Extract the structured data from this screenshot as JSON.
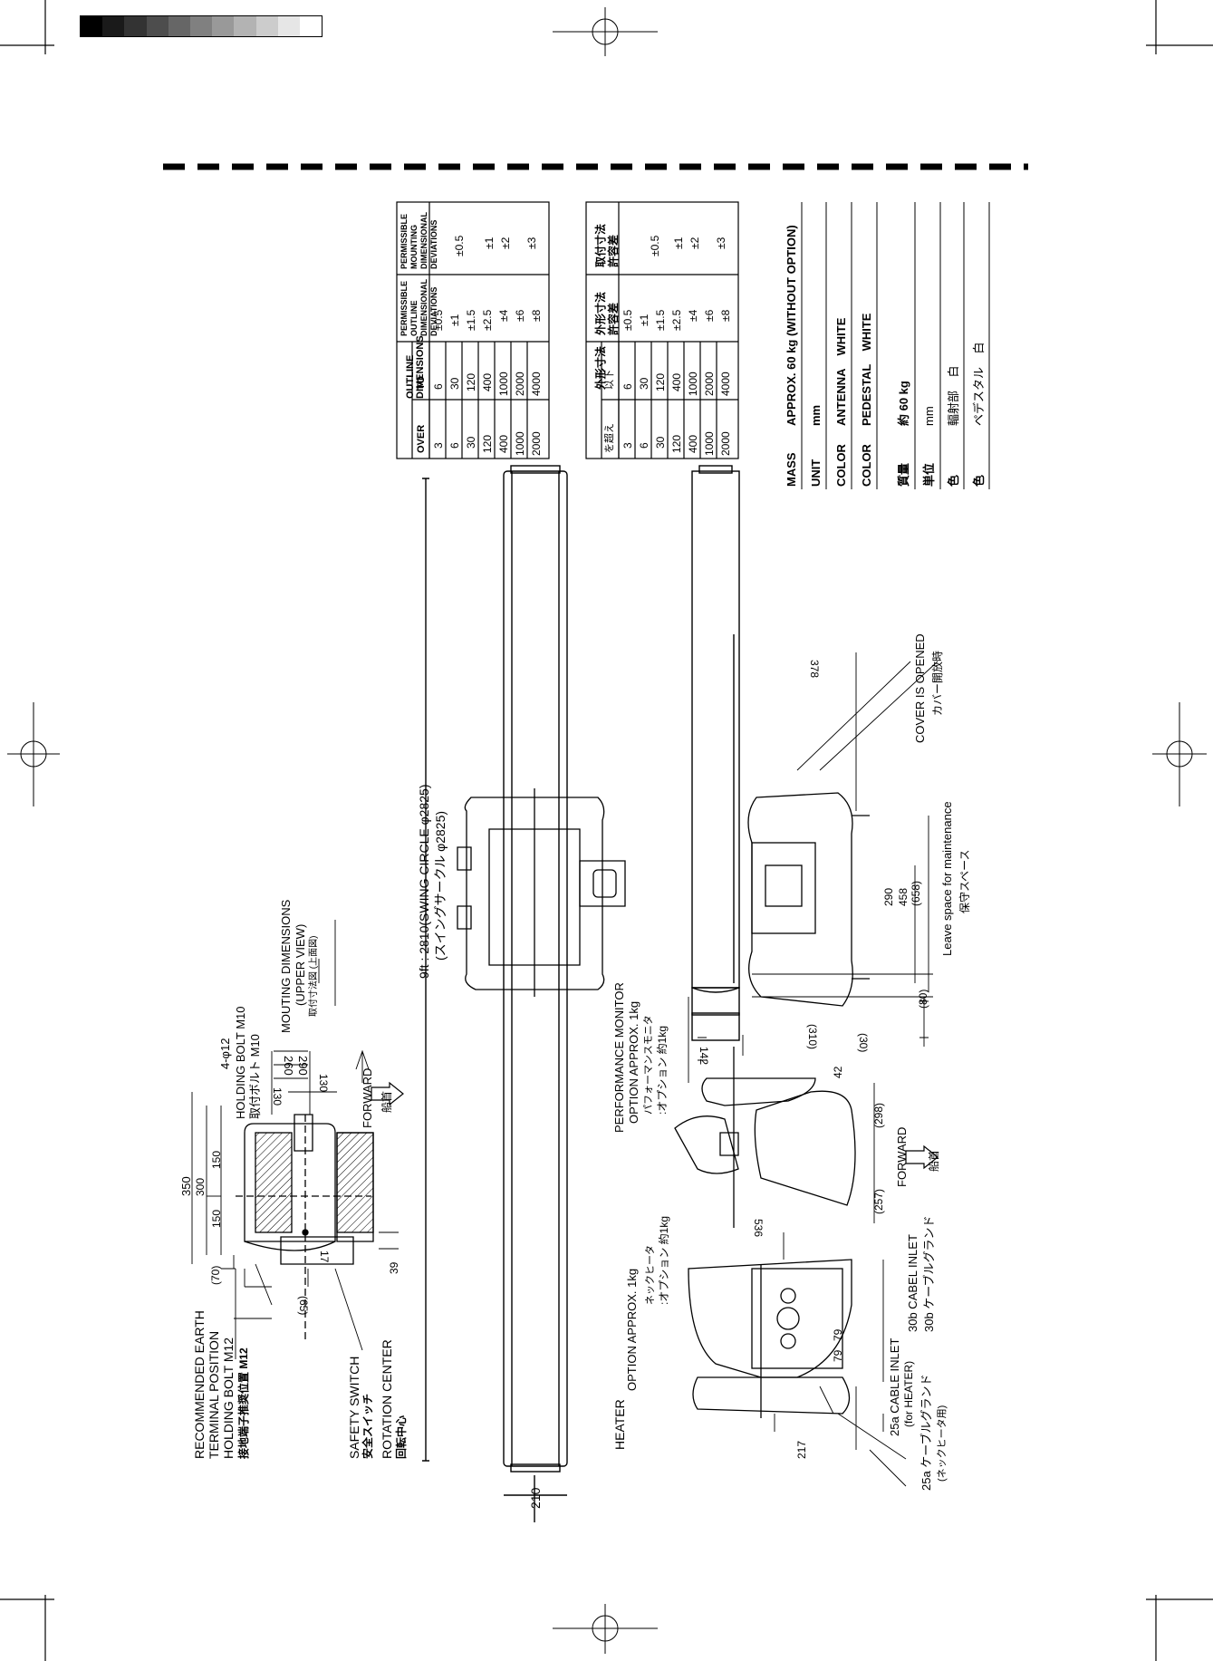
{
  "gray_scale": [
    "#000000",
    "#1a1a1a",
    "#333333",
    "#4d4d4d",
    "#666666",
    "#808080",
    "#999999",
    "#b3b3b3",
    "#cccccc",
    "#e6e6e6",
    "#ffffff"
  ],
  "tables": {
    "en": {
      "h_outline": "OUTLINE DIMENSIONS",
      "h_over": "OVER",
      "h_to": "TO",
      "h_outline_dev": "PERMISSIBLE OUTLINE DIMENSIONAL DEVIATIONS",
      "h_mount_dev": "PERMISSIBLE MOUNTING DIMENSIONAL DEVIATIONS",
      "rows": [
        {
          "over": "3",
          "to": "6",
          "dev": "±0.5"
        },
        {
          "over": "6",
          "to": "30",
          "dev": "±1"
        },
        {
          "over": "30",
          "to": "120",
          "dev": "±1.5"
        },
        {
          "over": "120",
          "to": "400",
          "dev": "±2.5"
        },
        {
          "over": "400",
          "to": "1000",
          "dev": "±4"
        },
        {
          "over": "1000",
          "to": "2000",
          "dev": "±6"
        },
        {
          "over": "2000",
          "to": "4000",
          "dev": "±8"
        }
      ],
      "mount": [
        "±0.5",
        "±1",
        "±2",
        "±3"
      ]
    },
    "jp": {
      "h_outline": "外形寸法",
      "h_over": "を超え",
      "h_to": "以下",
      "h_outline_dev": "外形寸法 許容差",
      "h_mount_dev": "取付寸法 許容差"
    }
  },
  "specs": [
    {
      "label": "MASS",
      "value": "APPROX. 60 kg (WITHOUT OPTION)"
    },
    {
      "label": "UNIT",
      "value": "mm"
    },
    {
      "label": "COLOR",
      "value": "ANTENNA    WHITE"
    },
    {
      "label": "COLOR",
      "value": "PEDESTAL    WHITE"
    },
    {
      "label": "質量",
      "value": "約 60 kg"
    },
    {
      "label": "単位",
      "value": "mm"
    },
    {
      "label": "色",
      "value": "輻射部    白"
    },
    {
      "label": "色",
      "value": "ペデスタル    白"
    }
  ],
  "mounting": {
    "title": "MOUTING DIMENSIONS",
    "subtitle": "(UPPER VIEW)",
    "jp": "取付寸法図 (上面図)",
    "bolt": "4-φ12",
    "bolt_label": "HOLDING BOLT M10",
    "bolt_jp": "取付ボルト M10",
    "forward": "FORWARD",
    "forward_jp": "船首",
    "dims": {
      "d350": "350",
      "d300": "300",
      "d150a": "150",
      "d150b": "150",
      "d70": "(70)",
      "d290": "290",
      "d260": "260",
      "d130a": "130",
      "d130b": "130",
      "d39": "39",
      "d17": "17",
      "d65": "(65)"
    }
  },
  "callouts": {
    "earth_1": "RECOMMENDED EARTH",
    "earth_2": "TERMINAL POSITION",
    "earth_3": "HOLDING BOLT M12",
    "earth_jp": "接地端子推奨位置 M12",
    "safety": "SAFETY SWITCH",
    "safety_jp": "安全スイッチ",
    "rotation": "ROTATION CENTER",
    "rotation_jp": "回転中心",
    "heater": "HEATER",
    "heater_opt": "OPTION APPROX. 1kg",
    "heater_jp": "ネックヒータ",
    "heater_jp2": ":オプション 約1kg",
    "perf": "PERFORMANCE MONITOR",
    "perf_opt": "OPTION APPROX. 1kg",
    "perf_jp": "パフォーマンスモニタ",
    "perf_jp2": ":オプション 約1kg",
    "cable_25a": "25a CABLE INLET",
    "cable_25a_2": "(for HEATER)",
    "cable_25a_jp": "25a ケーブルグランド",
    "cable_25a_jp2": "(ネックヒータ用)",
    "cable_30b": "30b CABEL INLET",
    "cable_30b_jp": "30b ケーブルグランド",
    "forward": "FORWARD",
    "forward_jp": "船首",
    "swing": "9ft : 2810(SWING CIRCLE φ2825)",
    "swing_jp": "(スイングサークル φ2825)",
    "cover": "COVER IS OPENED",
    "cover_jp": "カバー開放時",
    "leave": "Leave space for maintenance",
    "leave_jp": "保守スペース"
  },
  "dims": {
    "d210": "210",
    "d217": "217",
    "d79a": "79",
    "d79b": "79",
    "d536": "536",
    "d257": "(257)",
    "d298": "(298)",
    "d42": "42",
    "d142": "142",
    "d310": "(310)",
    "d30": "(30)",
    "d80": "(80)",
    "d290": "290",
    "d458": "458",
    "d658": "(658)",
    "d378": "378"
  }
}
